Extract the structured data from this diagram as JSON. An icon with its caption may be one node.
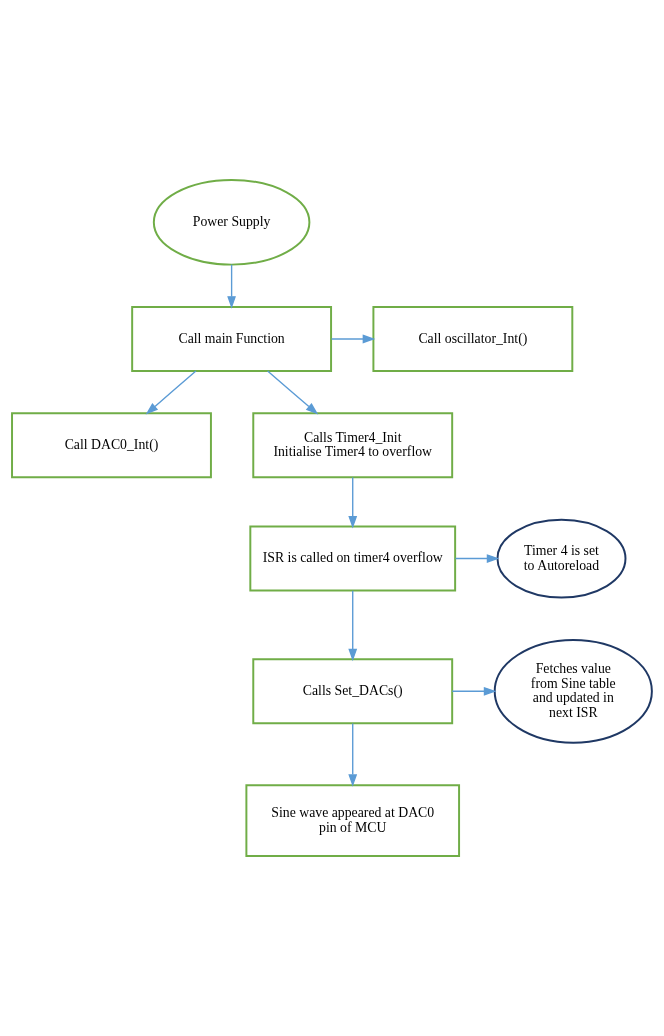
{
  "diagram": {
    "nodes": [
      {
        "text": [
          "Power Supply"
        ]
      },
      {
        "text": [
          "Call main Function"
        ]
      },
      {
        "text": [
          "Call oscillator_Int()"
        ]
      },
      {
        "text": [
          "Call DAC0_Int()"
        ]
      },
      {
        "text": [
          "Calls Timer4_Init",
          "Initialise Timer4 to overflow"
        ]
      },
      {
        "text": [
          "ISR is called on timer4 overflow"
        ]
      },
      {
        "text": [
          "Timer 4 is set to Autoreload"
        ]
      },
      {
        "text": [
          "Calls Set_DACs()"
        ]
      },
      {
        "text": [
          "Fetches value from Sine table and updated in next ISR"
        ]
      },
      {
        "text": [
          "Sine wave appeared at DAC0 pin of MCU"
        ]
      }
    ],
    "edges": [
      {
        "from": 0,
        "to": 1,
        "arrow": "to"
      },
      {
        "from": 1,
        "to": 2,
        "arrow": "to"
      },
      {
        "from": 1,
        "to": 3,
        "arrow": "to"
      },
      {
        "from": 1,
        "to": 4,
        "arrow": "to"
      },
      {
        "from": 4,
        "to": 5,
        "arrow": "to"
      },
      {
        "from": 5,
        "to": 6,
        "arrow": "to"
      },
      {
        "from": 5,
        "to": 7,
        "arrow": "to"
      },
      {
        "from": 7,
        "to": 8,
        "arrow": "to"
      },
      {
        "from": 7,
        "to": 9,
        "arrow": "to"
      }
    ]
  }
}
